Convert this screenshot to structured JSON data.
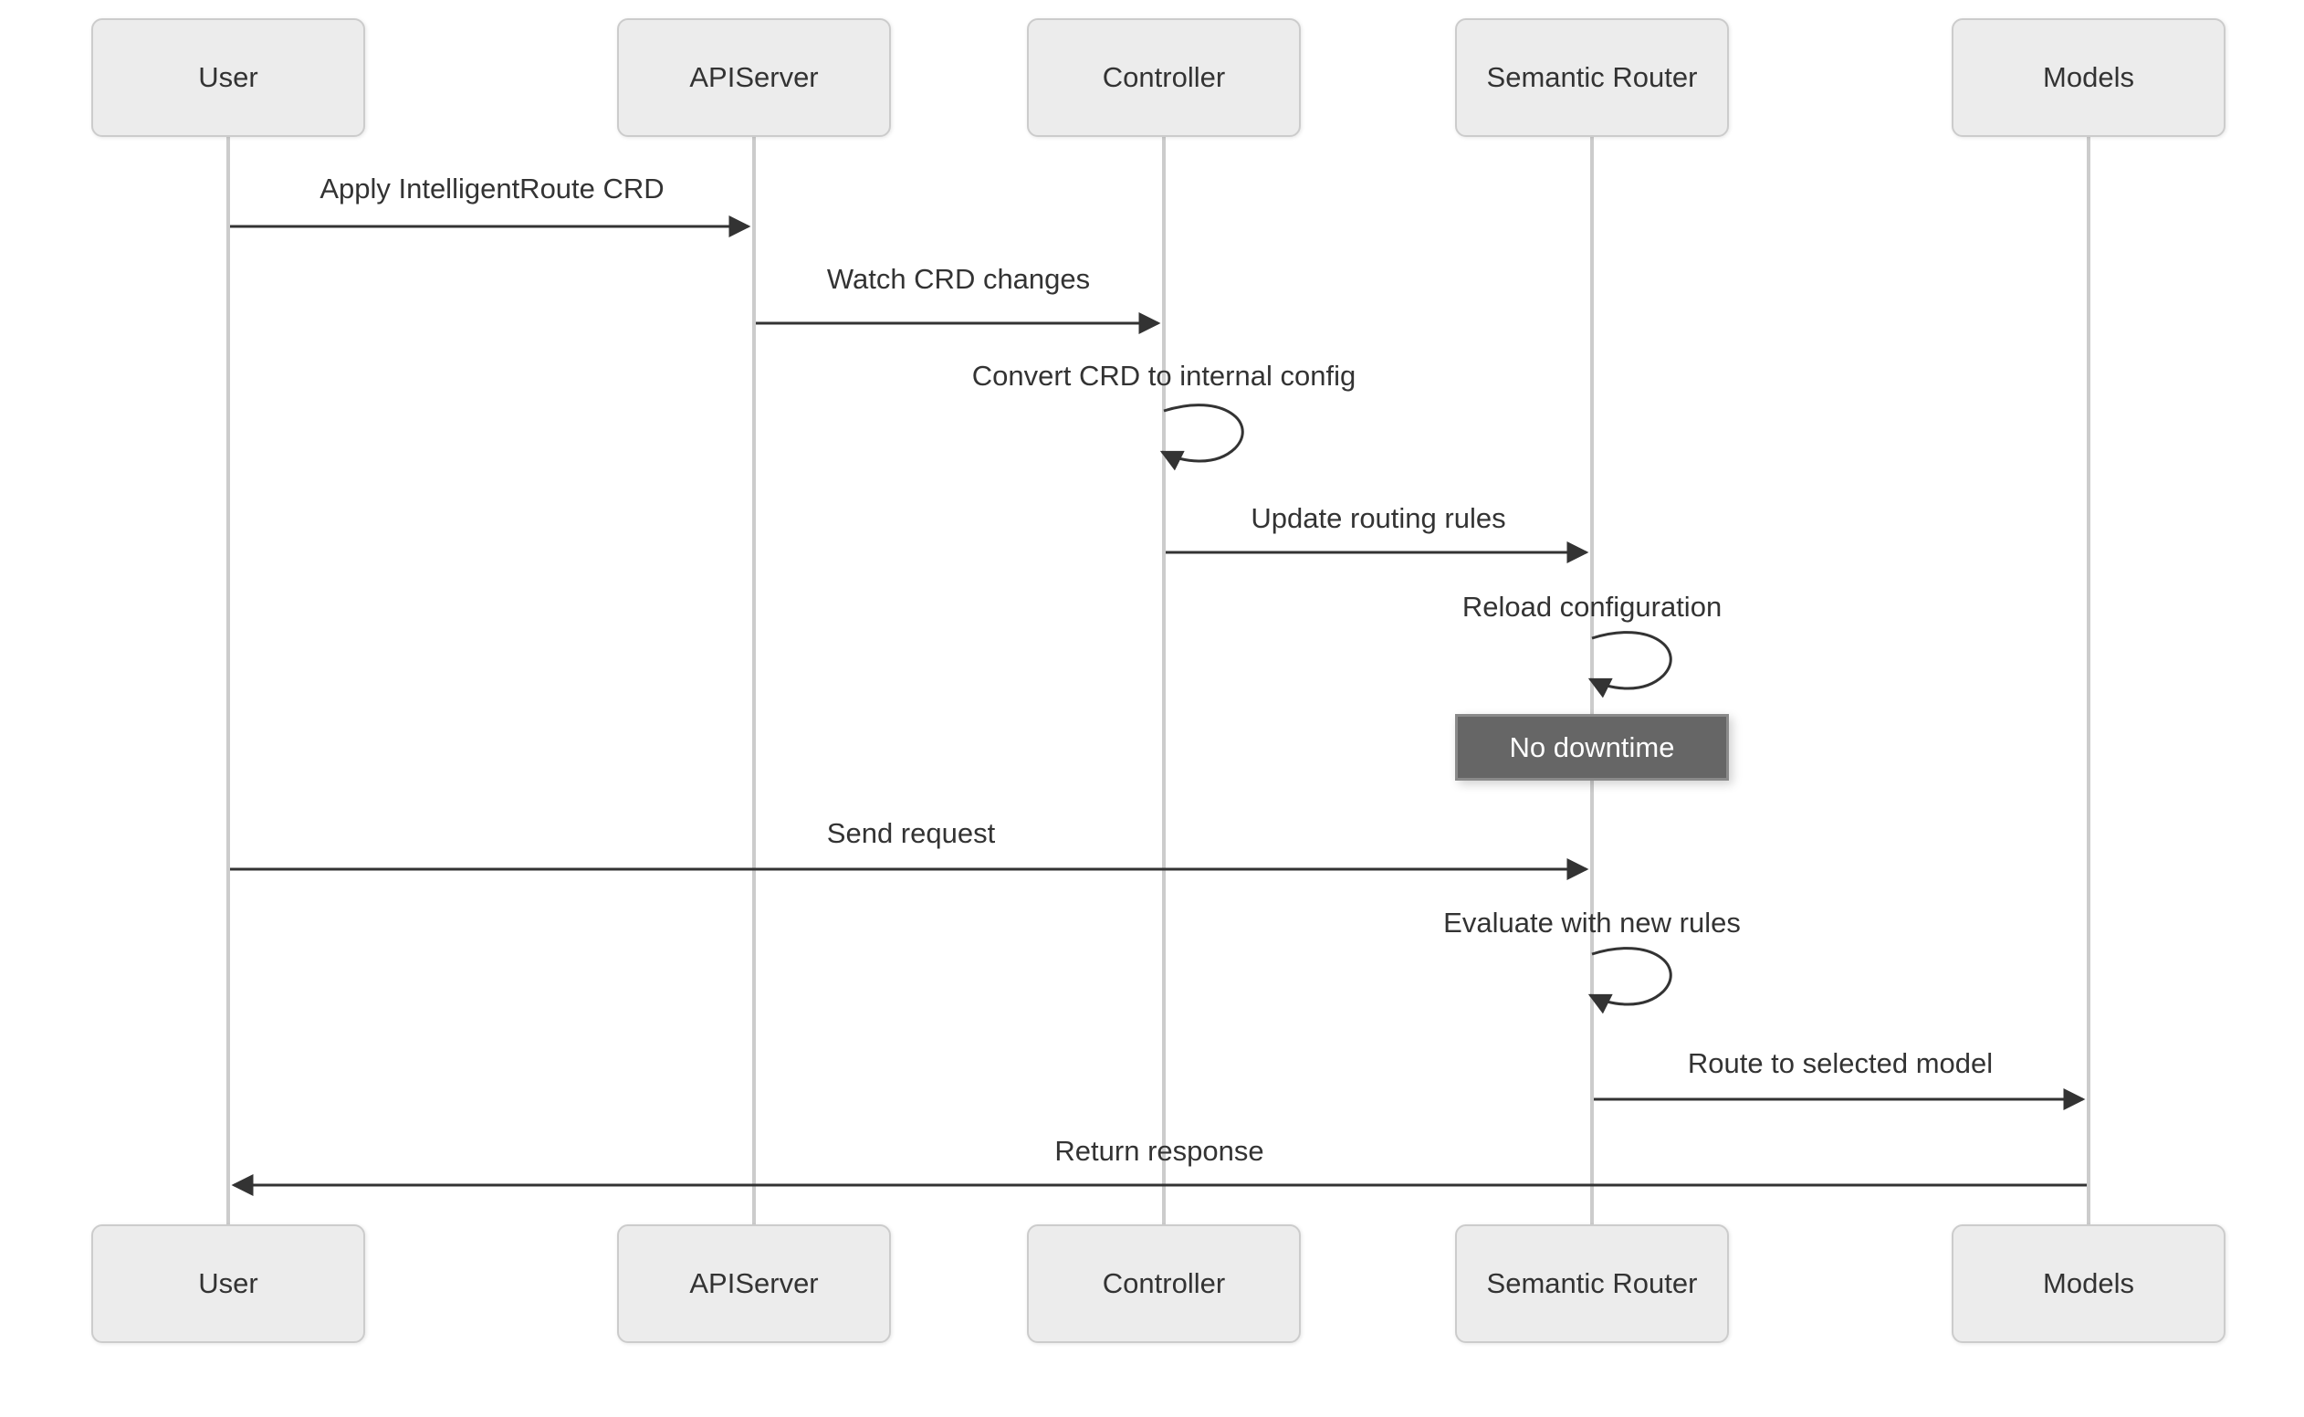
{
  "diagram": {
    "type": "sequence-diagram",
    "actors": [
      {
        "id": "user",
        "label": "User"
      },
      {
        "id": "apiserver",
        "label": "APIServer"
      },
      {
        "id": "controller",
        "label": "Controller"
      },
      {
        "id": "semantic-router",
        "label": "Semantic Router"
      },
      {
        "id": "models",
        "label": "Models"
      }
    ],
    "messages": [
      {
        "from": "User",
        "to": "APIServer",
        "kind": "arrow",
        "label": "Apply IntelligentRoute CRD"
      },
      {
        "from": "APIServer",
        "to": "Controller",
        "kind": "arrow",
        "label": "Watch CRD changes"
      },
      {
        "from": "Controller",
        "to": "Controller",
        "kind": "self",
        "label": "Convert CRD to internal config"
      },
      {
        "from": "Controller",
        "to": "Semantic Router",
        "kind": "arrow",
        "label": "Update routing rules"
      },
      {
        "from": "Semantic Router",
        "to": "Semantic Router",
        "kind": "self",
        "label": "Reload configuration"
      },
      {
        "from": "Semantic Router",
        "to": "Semantic Router",
        "kind": "note",
        "label": "No downtime"
      },
      {
        "from": "User",
        "to": "Semantic Router",
        "kind": "arrow",
        "label": "Send request"
      },
      {
        "from": "Semantic Router",
        "to": "Semantic Router",
        "kind": "self",
        "label": "Evaluate with new rules"
      },
      {
        "from": "Semantic Router",
        "to": "Models",
        "kind": "arrow",
        "label": "Route to selected model"
      },
      {
        "from": "Models",
        "to": "User",
        "kind": "arrow",
        "label": "Return response"
      }
    ],
    "colors": {
      "background": "#ffffff",
      "actor_fill": "#ececec",
      "actor_border": "#cccccc",
      "text": "#333333",
      "arrow": "#333333",
      "lifeline": "#cccccc",
      "note_fill": "#666666",
      "note_border": "#8a8a8a",
      "note_text": "#ffffff"
    }
  }
}
